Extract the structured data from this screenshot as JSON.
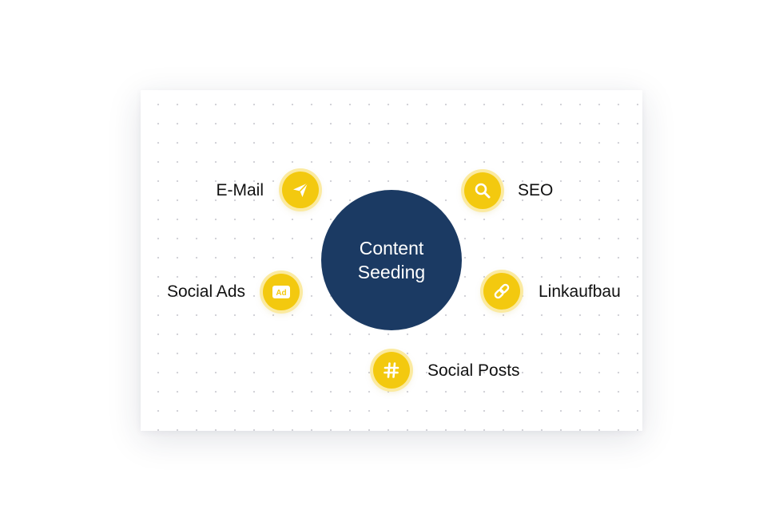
{
  "diagram": {
    "center_label_line1": "Content",
    "center_label_line2": "Seeding",
    "nodes": [
      {
        "label": "E-Mail",
        "icon": "paper-plane-icon"
      },
      {
        "label": "SEO",
        "icon": "magnifier-icon"
      },
      {
        "label": "Social Ads",
        "icon": "ad-badge-icon",
        "icon_text": "Ad"
      },
      {
        "label": "Linkaufbau",
        "icon": "chain-link-icon"
      },
      {
        "label": "Social Posts",
        "icon": "hashtag-icon"
      }
    ]
  },
  "colors": {
    "center_fill": "#1b3a63",
    "node_fill": "#f3c90f",
    "node_ring": "#fbeaa0",
    "icon_white": "#ffffff"
  }
}
